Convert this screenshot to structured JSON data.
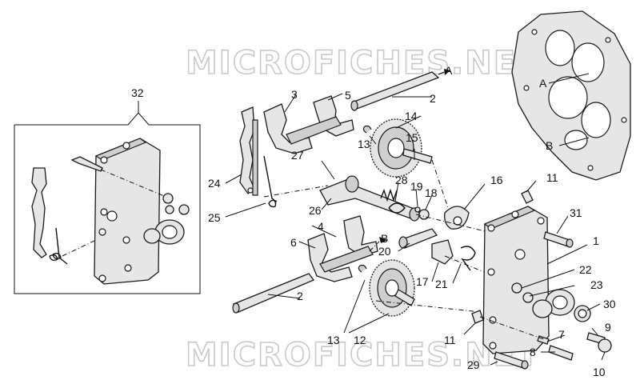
{
  "watermark": "MICROFICHES.NET",
  "callouts": [
    "1",
    "2",
    "3",
    "4",
    "5",
    "6",
    "7",
    "8",
    "9",
    "10",
    "11",
    "12",
    "13",
    "14",
    "15",
    "16",
    "17",
    "18",
    "19",
    "20",
    "21",
    "22",
    "23",
    "24",
    "25",
    "26",
    "27",
    "28",
    "29",
    "30",
    "31",
    "32"
  ],
  "arrow_labels": [
    "A",
    "B"
  ]
}
